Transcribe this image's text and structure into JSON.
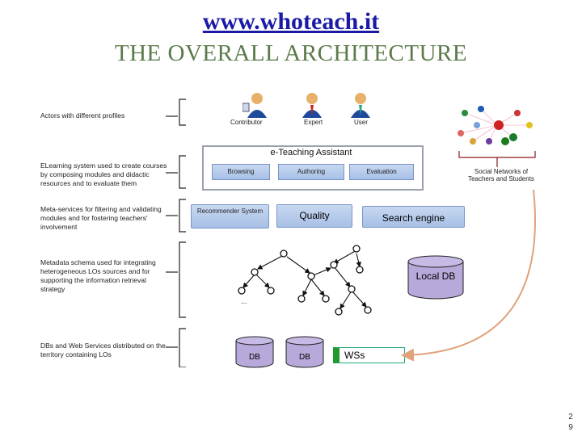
{
  "title": {
    "url": "www.whoteach.it",
    "main": "THE OVERALL ARCHITECTURE"
  },
  "left_labels": [
    "Actors with different profiles",
    "ELearning system used to create courses by composing modules and didactic resources and to evaluate them",
    "Meta-services for filtering and validating modules and for fostering teachers' involvement",
    "Metadata schema used for integrating heterogeneous LOs sources and for supporting the information retrieval strategy",
    "DBs and Web Services distributed on the territory containing LOs"
  ],
  "actors": {
    "contributor": "Contributor",
    "expert": "Expert",
    "user": "User"
  },
  "eteaching": {
    "title": "e-Teaching Assistant",
    "browsing": "Browsing",
    "authoring": "Authoring",
    "evaluation": "Evaluation"
  },
  "social": "Social Networks of Teachers and Students",
  "meta_services": {
    "recommender": "Recommender System",
    "quality": "Quality",
    "search": "Search engine"
  },
  "graph": {
    "ellipsis": "..."
  },
  "stores": {
    "local_db": "Local DB",
    "db1": "DB",
    "db2": "DB",
    "wss": "WSs"
  },
  "page_number": "2\n9",
  "colors": {
    "green": "#1e9b2c",
    "sky": "#b9cdea",
    "cylinder": "#b7a9da",
    "bracket": "#222222",
    "arrow_orange": "#e0a27a"
  }
}
